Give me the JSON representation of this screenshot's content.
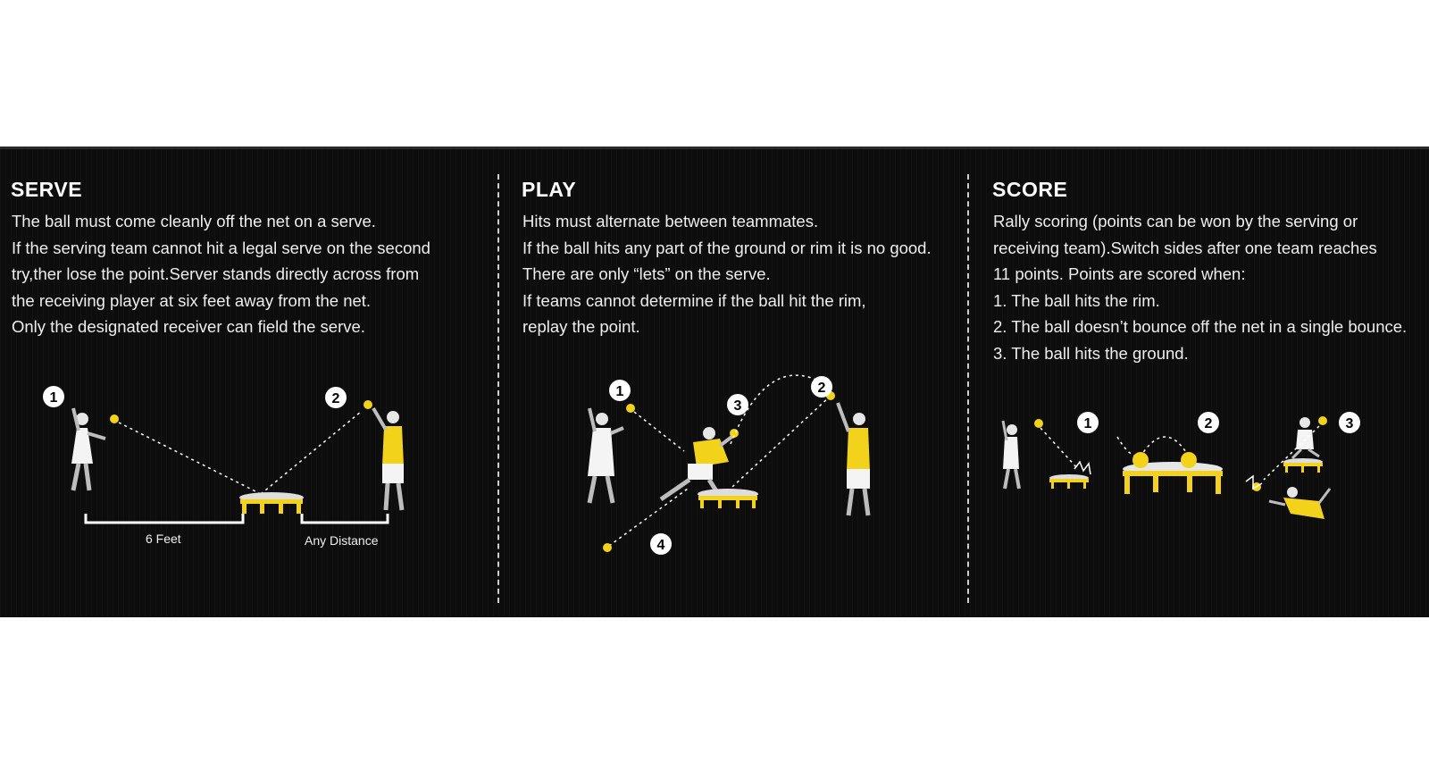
{
  "serve": {
    "heading": "SERVE",
    "lines": [
      "The ball must come cleanly off the net on a serve.",
      "If the serving team cannot hit a legal serve on the  second",
      "try,ther lose the point.Server stands directly across from",
      "the receiving player at six feet away from the net.",
      "Only the designated receiver can field the serve."
    ],
    "markers": [
      "1",
      "2"
    ],
    "captions": {
      "distance_left": "6 Feet",
      "distance_right": "Any Distance"
    }
  },
  "play": {
    "heading": "PLAY",
    "lines": [
      "Hits must alternate between teammates.",
      "If the ball hits any part of the ground or rim it is no good.",
      "There are only  “lets” on the serve.",
      "If teams cannot determine if the ball hit the rim,",
      "replay the point."
    ],
    "markers": [
      "1",
      "2",
      "3",
      "4"
    ]
  },
  "score": {
    "heading": "SCORE",
    "lines": [
      "Rally scoring (points can be won by the serving or",
      "receiving team).Switch sides after one team reaches",
      "11 points. Points are scored when:",
      "1. The ball hits the rim.",
      "2. The ball doesn’t bounce off the net in a single bounce.",
      "3. The ball hits the ground."
    ],
    "markers": [
      "1",
      "2",
      "3"
    ]
  },
  "colors": {
    "background": "#0d0d0d",
    "accent_yellow": "#f2d21b",
    "text": "#f2f2f2"
  }
}
